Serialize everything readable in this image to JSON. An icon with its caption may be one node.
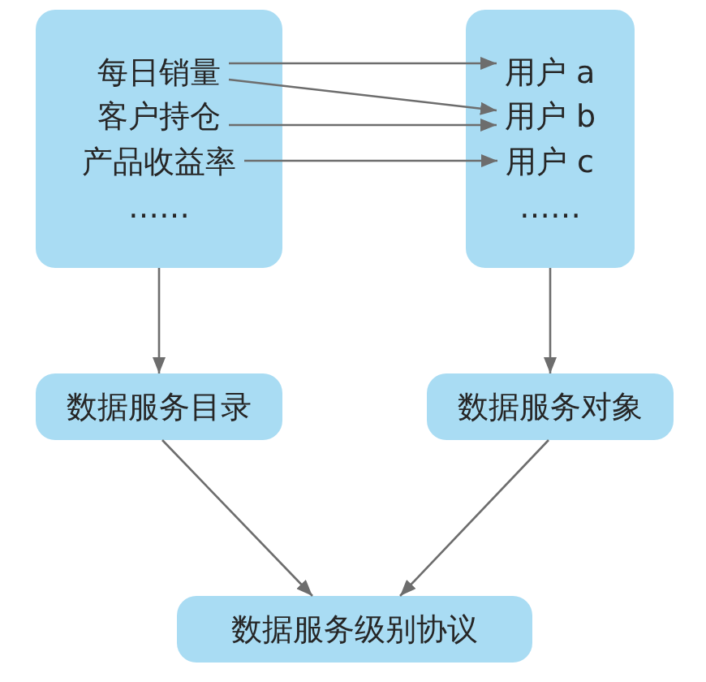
{
  "diagram": {
    "nodes": [
      {
        "text": [
          "……"
        ]
      },
      {
        "text": [
          "每日销量"
        ],
        "in": 0
      },
      {
        "text": [
          "客户持仓"
        ],
        "in": 0
      },
      {
        "text": [
          "产品收益率"
        ],
        "in": 0
      },
      {
        "text": [
          "……"
        ]
      },
      {
        "text": [
          "用户 a"
        ],
        "in": 4
      },
      {
        "text": [
          "用户 b"
        ],
        "in": 4
      },
      {
        "text": [
          "用户 c"
        ],
        "in": 4
      },
      {
        "text": [
          "数据服务目录"
        ]
      },
      {
        "text": [
          "数据服务对象"
        ]
      },
      {
        "text": [
          "数据服务级别协议"
        ]
      }
    ],
    "edges": [
      {
        "from": 1,
        "to": 5,
        "arrow": "to"
      },
      {
        "from": 1,
        "to": 6,
        "arrow": "to"
      },
      {
        "from": 2,
        "to": 6,
        "arrow": "to"
      },
      {
        "from": 3,
        "to": 7,
        "arrow": "to"
      },
      {
        "from": 0,
        "to": 8,
        "arrow": "to"
      },
      {
        "from": 4,
        "to": 9,
        "arrow": "to"
      },
      {
        "from": 8,
        "to": 10,
        "arrow": "to"
      },
      {
        "from": 9,
        "to": 10,
        "arrow": "to"
      }
    ]
  }
}
